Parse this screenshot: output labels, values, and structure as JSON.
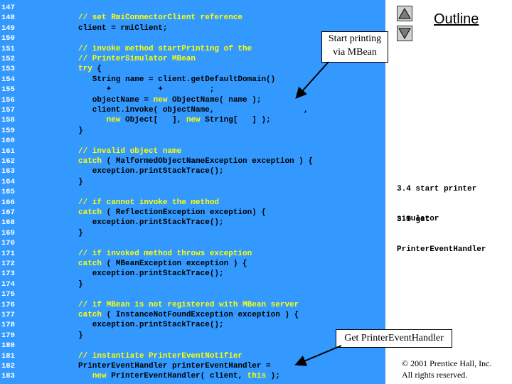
{
  "slide": {
    "outline_label": "Outline",
    "callout_start": {
      "line1": "Start printing",
      "line2": "via MBean"
    },
    "callout_handler": "Get PrinterEventHandler",
    "notes": [
      {
        "line1": "3.4 start printer",
        "line2": "simulator"
      },
      {
        "line1": "3.5 get",
        "line2": "PrinterEventHandler"
      }
    ],
    "copyright": {
      "line1": "© 2001 Prentice Hall, Inc.",
      "line2": "All rights reserved."
    },
    "colors": {
      "code_bg": "#3399ff",
      "comment": "#ffff00",
      "keyword": "#ffff00",
      "text": "#000000"
    }
  },
  "line_numbers": [
    "147",
    "148",
    "149",
    "150",
    "151",
    "152",
    "153",
    "154",
    "155",
    "156",
    "157",
    "158",
    "159",
    "160",
    "161",
    "162",
    "163",
    "164",
    "165",
    "166",
    "167",
    "168",
    "169",
    "170",
    "171",
    "172",
    "173",
    "174",
    "175",
    "176",
    "177",
    "178",
    "179",
    "180",
    "181",
    "182",
    "183"
  ],
  "code_lines": [
    [],
    [
      {
        "t": "// set RmiConnectorClient reference",
        "c": "cmt"
      }
    ],
    [
      {
        "t": "client = rmiClient;",
        "c": "txt"
      }
    ],
    [],
    [
      {
        "t": "// invoke method startPrinting of the",
        "c": "cmt"
      }
    ],
    [
      {
        "t": "// PrinterSimulator MBean",
        "c": "cmt"
      }
    ],
    [
      {
        "t": "try",
        "c": "kw"
      },
      {
        "t": " {",
        "c": "txt"
      }
    ],
    [
      {
        "t": "   String name = client.getDefaultDomain()",
        "c": "txt"
      }
    ],
    [
      {
        "t": "      +          +          ;",
        "c": "txt"
      }
    ],
    [
      {
        "t": "   objectName = ",
        "c": "txt"
      },
      {
        "t": "new",
        "c": "kw"
      },
      {
        "t": " ObjectName( name );",
        "c": "txt"
      }
    ],
    [
      {
        "t": "   client.invoke( objectName,                   ,",
        "c": "txt"
      }
    ],
    [
      {
        "t": "      ",
        "c": "txt"
      },
      {
        "t": "new",
        "c": "kw"
      },
      {
        "t": " Object[   ], ",
        "c": "txt"
      },
      {
        "t": "new",
        "c": "kw"
      },
      {
        "t": " String[   ] );",
        "c": "txt"
      }
    ],
    [
      {
        "t": "}",
        "c": "txt"
      }
    ],
    [],
    [
      {
        "t": "// invalid object name",
        "c": "cmt"
      }
    ],
    [
      {
        "t": "catch",
        "c": "kw"
      },
      {
        "t": " ( MalformedObjectNameException exception ) {",
        "c": "txt"
      }
    ],
    [
      {
        "t": "   exception.printStackTrace();",
        "c": "txt"
      }
    ],
    [
      {
        "t": "}",
        "c": "txt"
      }
    ],
    [],
    [
      {
        "t": "// if cannot invoke the method",
        "c": "cmt"
      }
    ],
    [
      {
        "t": "catch",
        "c": "kw"
      },
      {
        "t": " ( ReflectionException exception) {",
        "c": "txt"
      }
    ],
    [
      {
        "t": "   exception.printStackTrace();",
        "c": "txt"
      }
    ],
    [
      {
        "t": "}",
        "c": "txt"
      }
    ],
    [],
    [
      {
        "t": "// if invoked method throws exception",
        "c": "cmt"
      }
    ],
    [
      {
        "t": "catch",
        "c": "kw"
      },
      {
        "t": " ( MBeanException exception ) {",
        "c": "txt"
      }
    ],
    [
      {
        "t": "   exception.printStackTrace();",
        "c": "txt"
      }
    ],
    [
      {
        "t": "}",
        "c": "txt"
      }
    ],
    [],
    [
      {
        "t": "// if MBean is not registered with MBean server",
        "c": "cmt"
      }
    ],
    [
      {
        "t": "catch",
        "c": "kw"
      },
      {
        "t": " ( InstanceNotFoundException exception ) {",
        "c": "txt"
      }
    ],
    [
      {
        "t": "   exception.printStackTrace();",
        "c": "txt"
      }
    ],
    [
      {
        "t": "}",
        "c": "txt"
      }
    ],
    [],
    [
      {
        "t": "// instantiate PrinterEventNotifier",
        "c": "cmt"
      }
    ],
    [
      {
        "t": "PrinterEventHandler printerEventHandler =",
        "c": "txt"
      }
    ],
    [
      {
        "t": "   ",
        "c": "txt"
      },
      {
        "t": "new",
        "c": "kw"
      },
      {
        "t": " PrinterEventHandler( client, ",
        "c": "txt"
      },
      {
        "t": "this",
        "c": "kw"
      },
      {
        "t": " );",
        "c": "txt"
      }
    ]
  ]
}
